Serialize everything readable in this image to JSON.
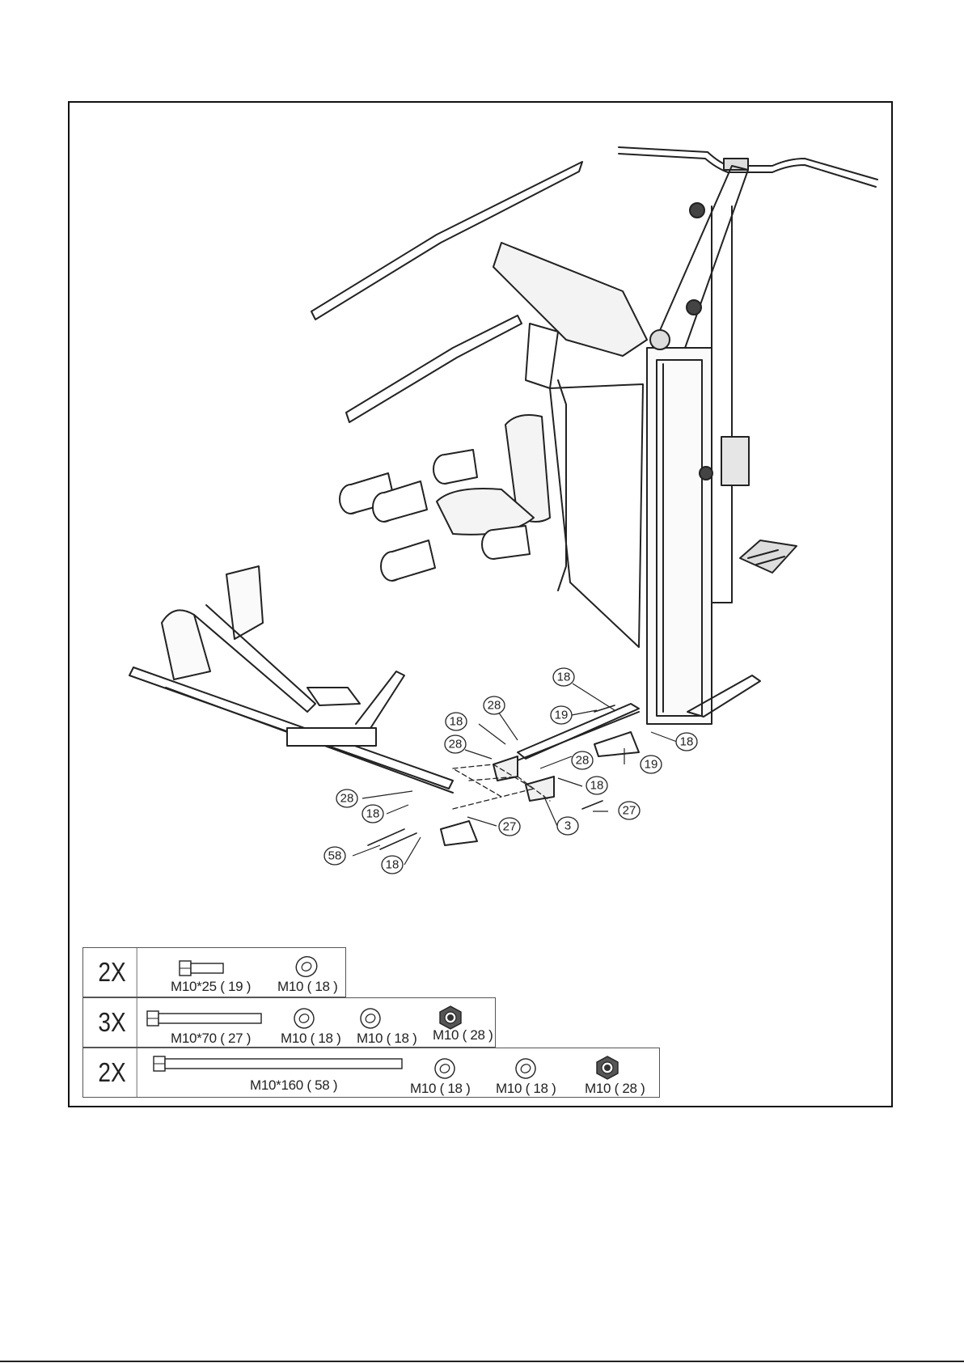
{
  "callouts": [
    "18",
    "19",
    "28",
    "18",
    "28",
    "18",
    "19",
    "28",
    "18",
    "28",
    "18",
    "27",
    "27",
    "3",
    "58",
    "18"
  ],
  "hardware": {
    "rows": [
      {
        "qty": "2X",
        "parts": [
          {
            "type": "bolt",
            "label": "M10*25 ( 19 )"
          },
          {
            "type": "washer",
            "label": "M10 ( 18 )"
          }
        ]
      },
      {
        "qty": "3X",
        "parts": [
          {
            "type": "bolt",
            "label": "M10*70 ( 27 )"
          },
          {
            "type": "washer",
            "label": "M10 ( 18 )"
          },
          {
            "type": "washer",
            "label": "M10 ( 18 )"
          },
          {
            "type": "nut",
            "label": "M10 ( 28 )"
          }
        ]
      },
      {
        "qty": "2X",
        "parts": [
          {
            "type": "bolt",
            "label": "M10*160 ( 58 )"
          },
          {
            "type": "washer",
            "label": "M10 ( 18 )"
          },
          {
            "type": "washer",
            "label": "M10 ( 18 )"
          },
          {
            "type": "nut",
            "label": "M10 ( 28 )"
          }
        ]
      }
    ]
  }
}
